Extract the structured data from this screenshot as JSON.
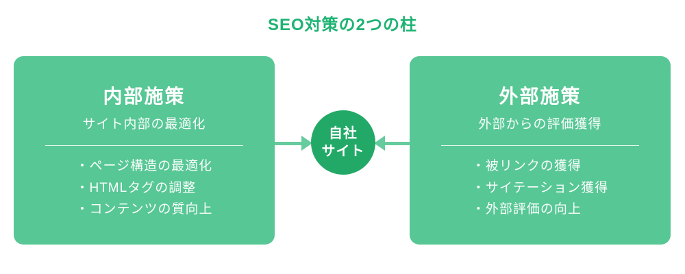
{
  "title": "SEO対策の2つの柱",
  "colors": {
    "box_green": "#57C795",
    "circle_green": "#23A967",
    "title_green": "#1EB373",
    "arrow_green": "#66CB9D",
    "text_white": "#FFFFFF"
  },
  "left_box": {
    "title": "内部施策",
    "subtitle": "サイト内部の最適化",
    "items": [
      "・ページ構造の最適化",
      "・HTMLタグの調整",
      "・コンテンツの質向上"
    ]
  },
  "right_box": {
    "title": "外部施策",
    "subtitle": "外部からの評価獲得",
    "items": [
      "・被リンクの獲得",
      "・サイテーション獲得",
      "・外部評価の向上"
    ]
  },
  "center": {
    "line1": "自社",
    "line2": "サイト"
  }
}
